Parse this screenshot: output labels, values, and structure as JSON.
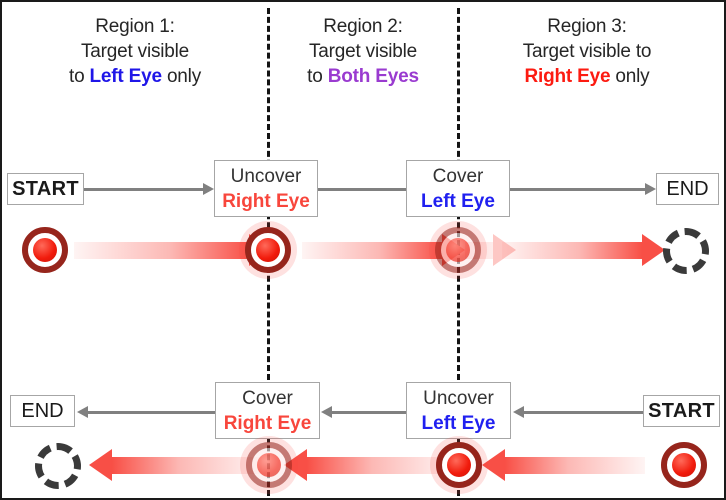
{
  "diagram": {
    "title": "Eye-cover target visibility flow diagram",
    "colors": {
      "left_eye": "#1f16e8",
      "right_eye": "#fc1b11",
      "both_eyes": "#9a3bd0",
      "target_red": "#f8463c",
      "target_ring": "#96251c",
      "connector_gray": "#808080",
      "divider": "#141414",
      "frame": "#1a1a1a"
    },
    "regions": [
      {
        "id": "region-1",
        "title": "Region 1:",
        "line2": "Target visible",
        "line3_pre": "to ",
        "line3_em": "Left Eye",
        "line3_post": " only",
        "em_color_name": "blue"
      },
      {
        "id": "region-2",
        "title": "Region 2:",
        "line2": "Target visible",
        "line3_pre": "to ",
        "line3_em": "Both Eyes",
        "line3_post": "",
        "em_color_name": "purple"
      },
      {
        "id": "region-3",
        "title": "Region 3:",
        "line2": "Target visible to",
        "line3_pre": "",
        "line3_em": "Right Eye",
        "line3_post": " only",
        "em_color_name": "red"
      }
    ],
    "top_flow": {
      "direction": "left-to-right",
      "start_label": "START",
      "end_label": "END",
      "steps": [
        {
          "id": "step-uncover-right",
          "action": "Uncover",
          "eye": "Right Eye",
          "eye_color_name": "red"
        },
        {
          "id": "step-cover-left",
          "action": "Cover",
          "eye": "Left Eye",
          "eye_color_name": "blue"
        }
      ]
    },
    "bottom_flow": {
      "direction": "right-to-left",
      "start_label": "START",
      "end_label": "END",
      "steps": [
        {
          "id": "step-cover-right",
          "action": "Cover",
          "eye": "Right Eye",
          "eye_color_name": "red"
        },
        {
          "id": "step-uncover-left",
          "action": "Uncover",
          "eye": "Left Eye",
          "eye_color_name": "blue"
        }
      ]
    },
    "targets": {
      "icon_name": "bullseye-target-icon",
      "ghost_icon_name": "dashed-ghost-target-icon",
      "top_row_states": [
        "solid",
        "halo",
        "fading",
        "ghost"
      ],
      "bottom_row_states": [
        "ghost",
        "fading",
        "halo",
        "solid"
      ]
    }
  }
}
